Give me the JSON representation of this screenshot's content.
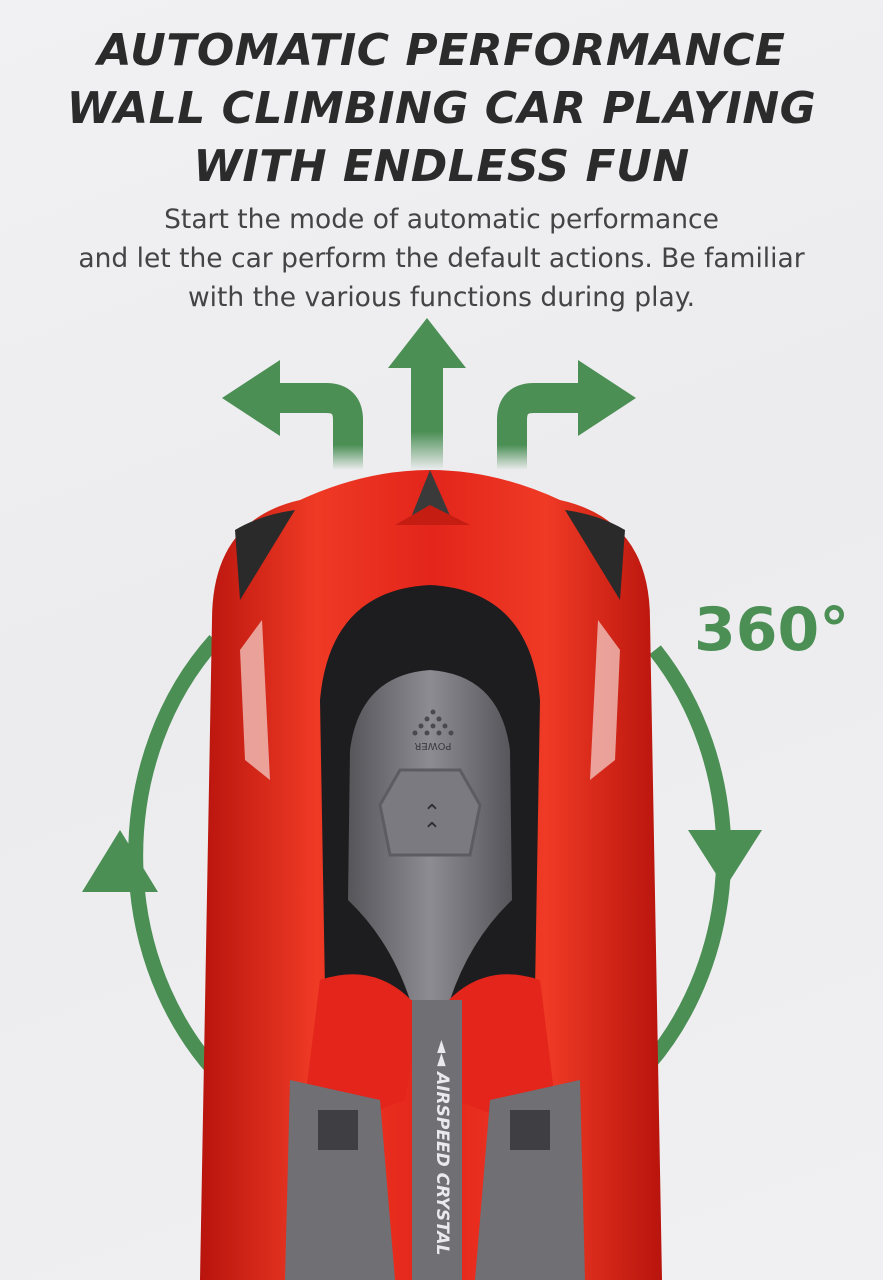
{
  "headline": {
    "line1": "AUTOMATIC PERFORMANCE",
    "line2": "WALL CLIMBING CAR PLAYING",
    "line3": "WITH ENDLESS FUN"
  },
  "description": {
    "line1": "Start the mode of automatic performance",
    "line2": "and let the car perform the default actions. Be familiar",
    "line3": "with the various functions during play."
  },
  "rotation_label": "360°",
  "car": {
    "power_label": "POWER",
    "brand_label": "◄◄ AIRSPEED CRYSTAL",
    "body_color": "#e3251b",
    "trim_color": "#6f6f74"
  },
  "arrows": {
    "color": "#4b8f55",
    "directions": [
      "left",
      "forward",
      "right"
    ],
    "rotation_icons": [
      "rotate-counterclockwise-icon",
      "rotate-clockwise-icon"
    ]
  }
}
